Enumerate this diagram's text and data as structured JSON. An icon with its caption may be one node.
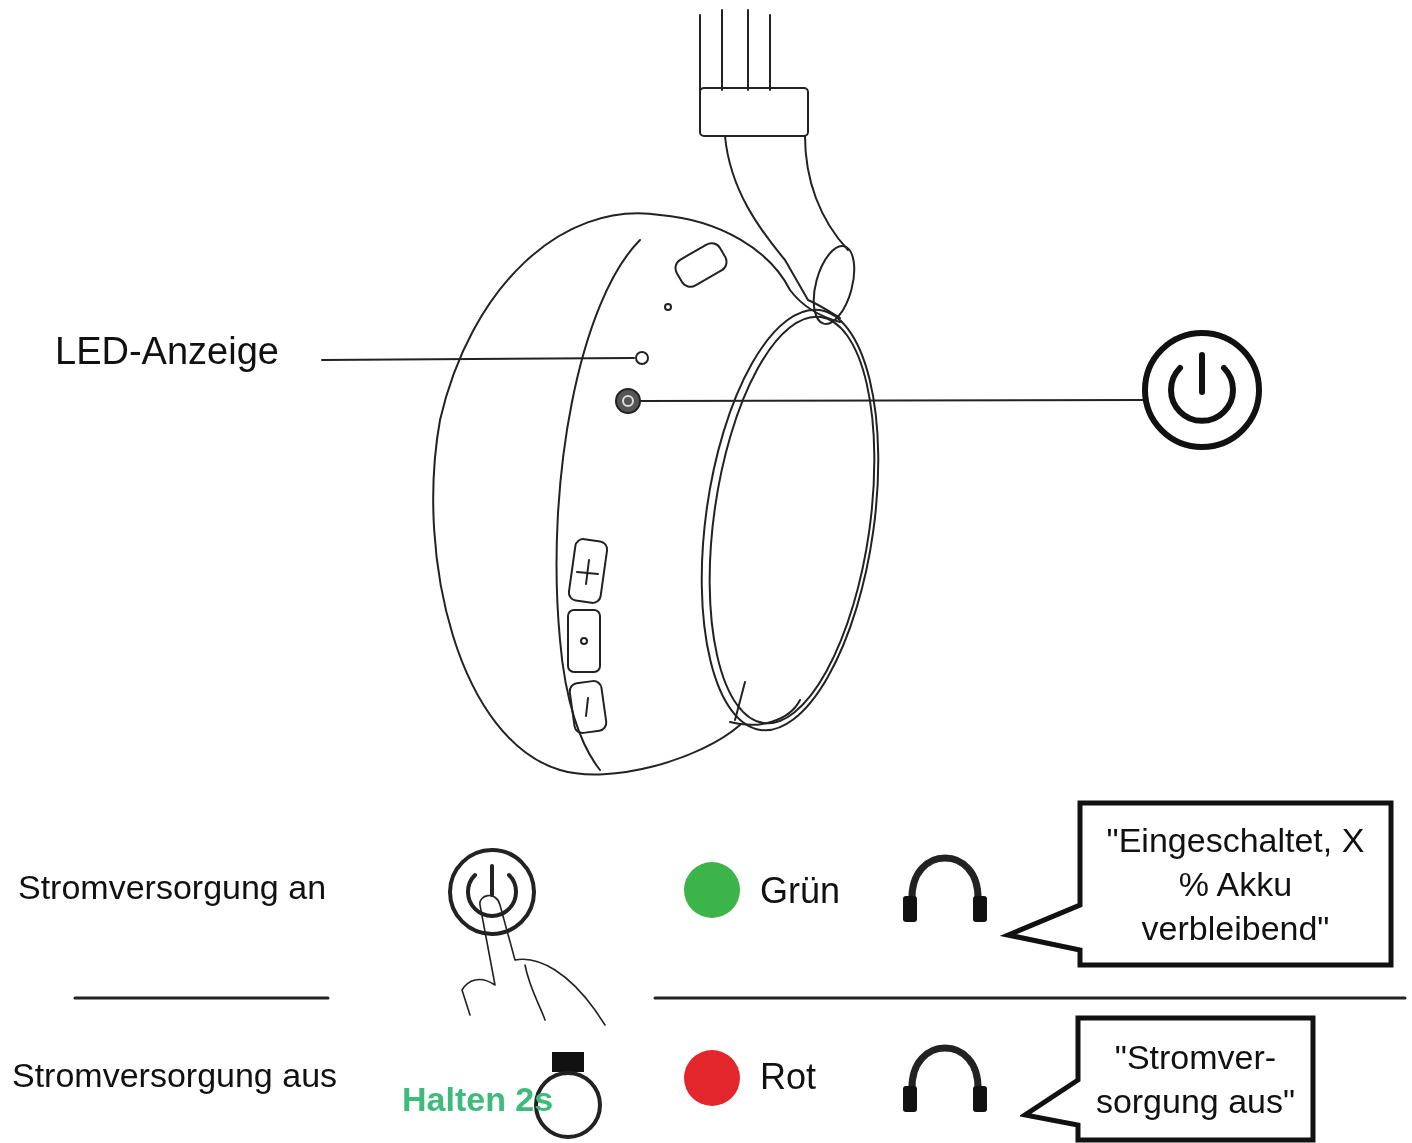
{
  "diagram": {
    "nodes": [
      {
        "text": [
          "LED-Anzeige"
        ]
      },
      {
        "text": [],
        "shape": "circle"
      },
      {
        "text": [],
        "shape": "circle"
      },
      {
        "text": [],
        "shape": "circle"
      },
      {
        "text": [
          "\"Eingeschaltet, X % Akku verbleibend\""
        ]
      },
      {
        "text": [
          "\"Stromver- sorgung aus\""
        ]
      }
    ],
    "edges": [
      {
        "from": 0,
        "to": 1,
        "arrow": "none"
      },
      {
        "from": 2,
        "to": 3,
        "arrow": "none"
      }
    ],
    "labels": [
      "Stromversorgung an",
      "Stromversorgung aus",
      "Halten 2s"
    ],
    "legend": [
      {
        "text": "Grün",
        "color": "#3cb44a"
      },
      {
        "text": "Rot",
        "color": "#e3262b"
      }
    ]
  }
}
